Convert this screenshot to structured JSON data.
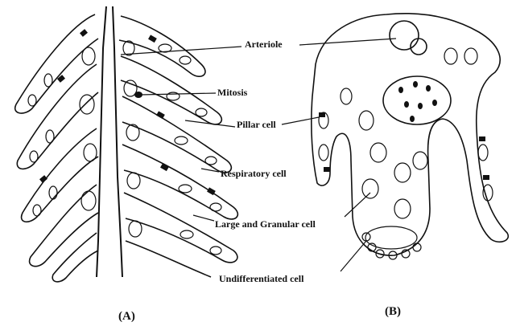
{
  "labels": {
    "arteriole": "Arteriole",
    "mitosis": "Mitosis",
    "pillar_cell": "Pillar cell",
    "respiratory_cell": "Respiratory cell",
    "large_granular_cell": "Large and Granular cell",
    "undifferentiated_cell": "Undifferentiated cell"
  },
  "panels": {
    "a": "(A)",
    "b": "(B)"
  }
}
